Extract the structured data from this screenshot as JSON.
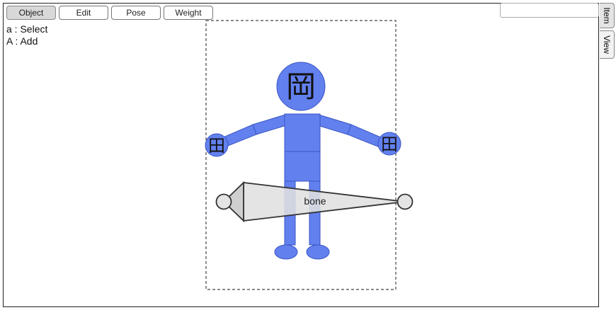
{
  "toolbar": {
    "modes": [
      {
        "label": "Object",
        "active": true
      },
      {
        "label": "Edit",
        "active": false
      },
      {
        "label": "Pose",
        "active": false
      },
      {
        "label": "Weight",
        "active": false
      }
    ]
  },
  "hints": [
    "a : Select",
    "A : Add"
  ],
  "search": {
    "value": "",
    "placeholder": ""
  },
  "side_tabs": [
    {
      "label": "Item",
      "active": true
    },
    {
      "label": "View",
      "active": false
    }
  ],
  "canvas": {
    "head_glyph": "岡",
    "hand_glyph": "田",
    "bone_label": "bone",
    "colors": {
      "body": "#6280ee",
      "body_stroke": "#3a56c4",
      "bone_fill": "#e0e0e0",
      "bone_stroke": "#333333"
    }
  }
}
